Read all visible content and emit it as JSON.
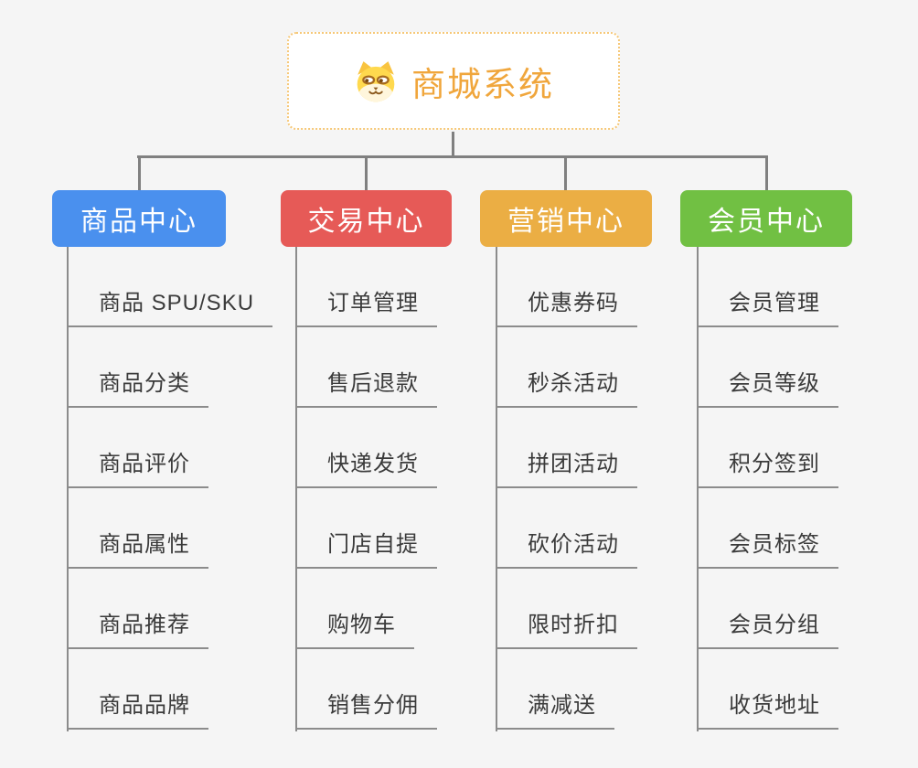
{
  "root": {
    "title": "商城系统",
    "title_color": "#f0a63c",
    "border_color": "#f6c878",
    "icon": "shiba-dog-icon"
  },
  "colors": {
    "background": "#f5f5f5",
    "connector": "#808080",
    "leaf_line": "#8c8c8c",
    "leaf_text": "#3b3b3b"
  },
  "branches": [
    {
      "label": "商品中心",
      "color": "#4a90ee",
      "items": [
        "商品 SPU/SKU",
        "商品分类",
        "商品评价",
        "商品属性",
        "商品推荐",
        "商品品牌"
      ]
    },
    {
      "label": "交易中心",
      "color": "#e65a57",
      "items": [
        "订单管理",
        "售后退款",
        "快递发货",
        "门店自提",
        "购物车",
        "销售分佣"
      ]
    },
    {
      "label": "营销中心",
      "color": "#ebae44",
      "items": [
        "优惠券码",
        "秒杀活动",
        "拼团活动",
        "砍价活动",
        "限时折扣",
        "满减送"
      ]
    },
    {
      "label": "会员中心",
      "color": "#71c043",
      "items": [
        "会员管理",
        "会员等级",
        "积分签到",
        "会员标签",
        "会员分组",
        "收货地址"
      ]
    }
  ]
}
